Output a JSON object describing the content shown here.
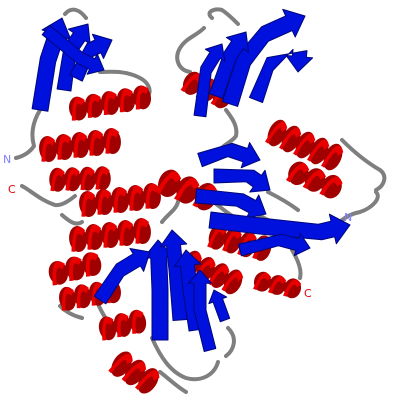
{
  "colors": {
    "helix": "#e80000",
    "helix_dark": "#a00000",
    "strand": "#0010dd",
    "strand_dark": "#00087a",
    "coil": "#7f7f7f",
    "n_label": "#8080ff",
    "c_label": "#e00000"
  },
  "labels": {
    "n_terminus_1": "N",
    "c_terminus_1": "C",
    "n_terminus_2": "N",
    "c_terminus_2": "C"
  }
}
